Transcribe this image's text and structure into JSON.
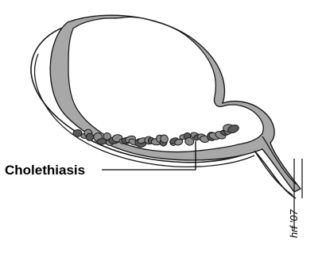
{
  "diagram": {
    "label": "Cholethiasis",
    "signature": "hrf '07",
    "colors": {
      "wall_fill": "#a8a8a8",
      "outline": "#1a1a1a",
      "stone_fill": "#8c8c8c",
      "stone_dark": "#5a5a5a",
      "background": "#ffffff"
    },
    "stone_count": 40
  }
}
